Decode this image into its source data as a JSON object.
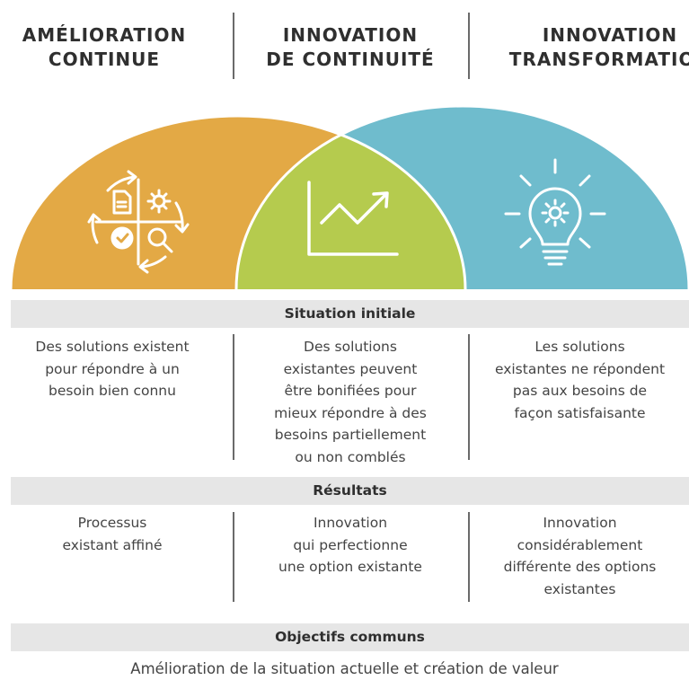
{
  "columns": [
    {
      "title_line1": "AMÉLIORATION",
      "title_line2": "CONTINUE",
      "color": "#e3a945",
      "icon": "continuous-improvement-cycle-icon"
    },
    {
      "title_line1": "INNOVATION",
      "title_line2": "DE CONTINUITÉ",
      "color": "#b5cb4e",
      "icon": "growth-chart-icon"
    },
    {
      "title_line1": "INNOVATION",
      "title_line2": "TRANSFORMATION",
      "color": "#6fbccd",
      "icon": "lightbulb-gear-icon"
    }
  ],
  "sections": {
    "situation": {
      "label": "Situation initiale",
      "cells": [
        [
          "Des solutions existent",
          "pour répondre à un",
          "besoin bien connu"
        ],
        [
          "Des solutions",
          "existantes peuvent",
          "être bonifiées pour",
          "mieux répondre à des",
          "besoins partiellement",
          "ou non comblés"
        ],
        [
          "Les solutions",
          "existantes ne répondent",
          "pas aux besoins de",
          "façon satisfaisante"
        ]
      ]
    },
    "resultats": {
      "label": "Résultats",
      "cells": [
        [
          "Processus",
          "existant affiné"
        ],
        [
          "Innovation",
          "qui perfectionne",
          "une option existante"
        ],
        [
          "Innovation",
          "considérablement",
          "différente des options",
          "existantes"
        ]
      ]
    },
    "objectifs": {
      "label": "Objectifs communs",
      "text": "Amélioration de la situation actuelle et création de valeur"
    }
  }
}
